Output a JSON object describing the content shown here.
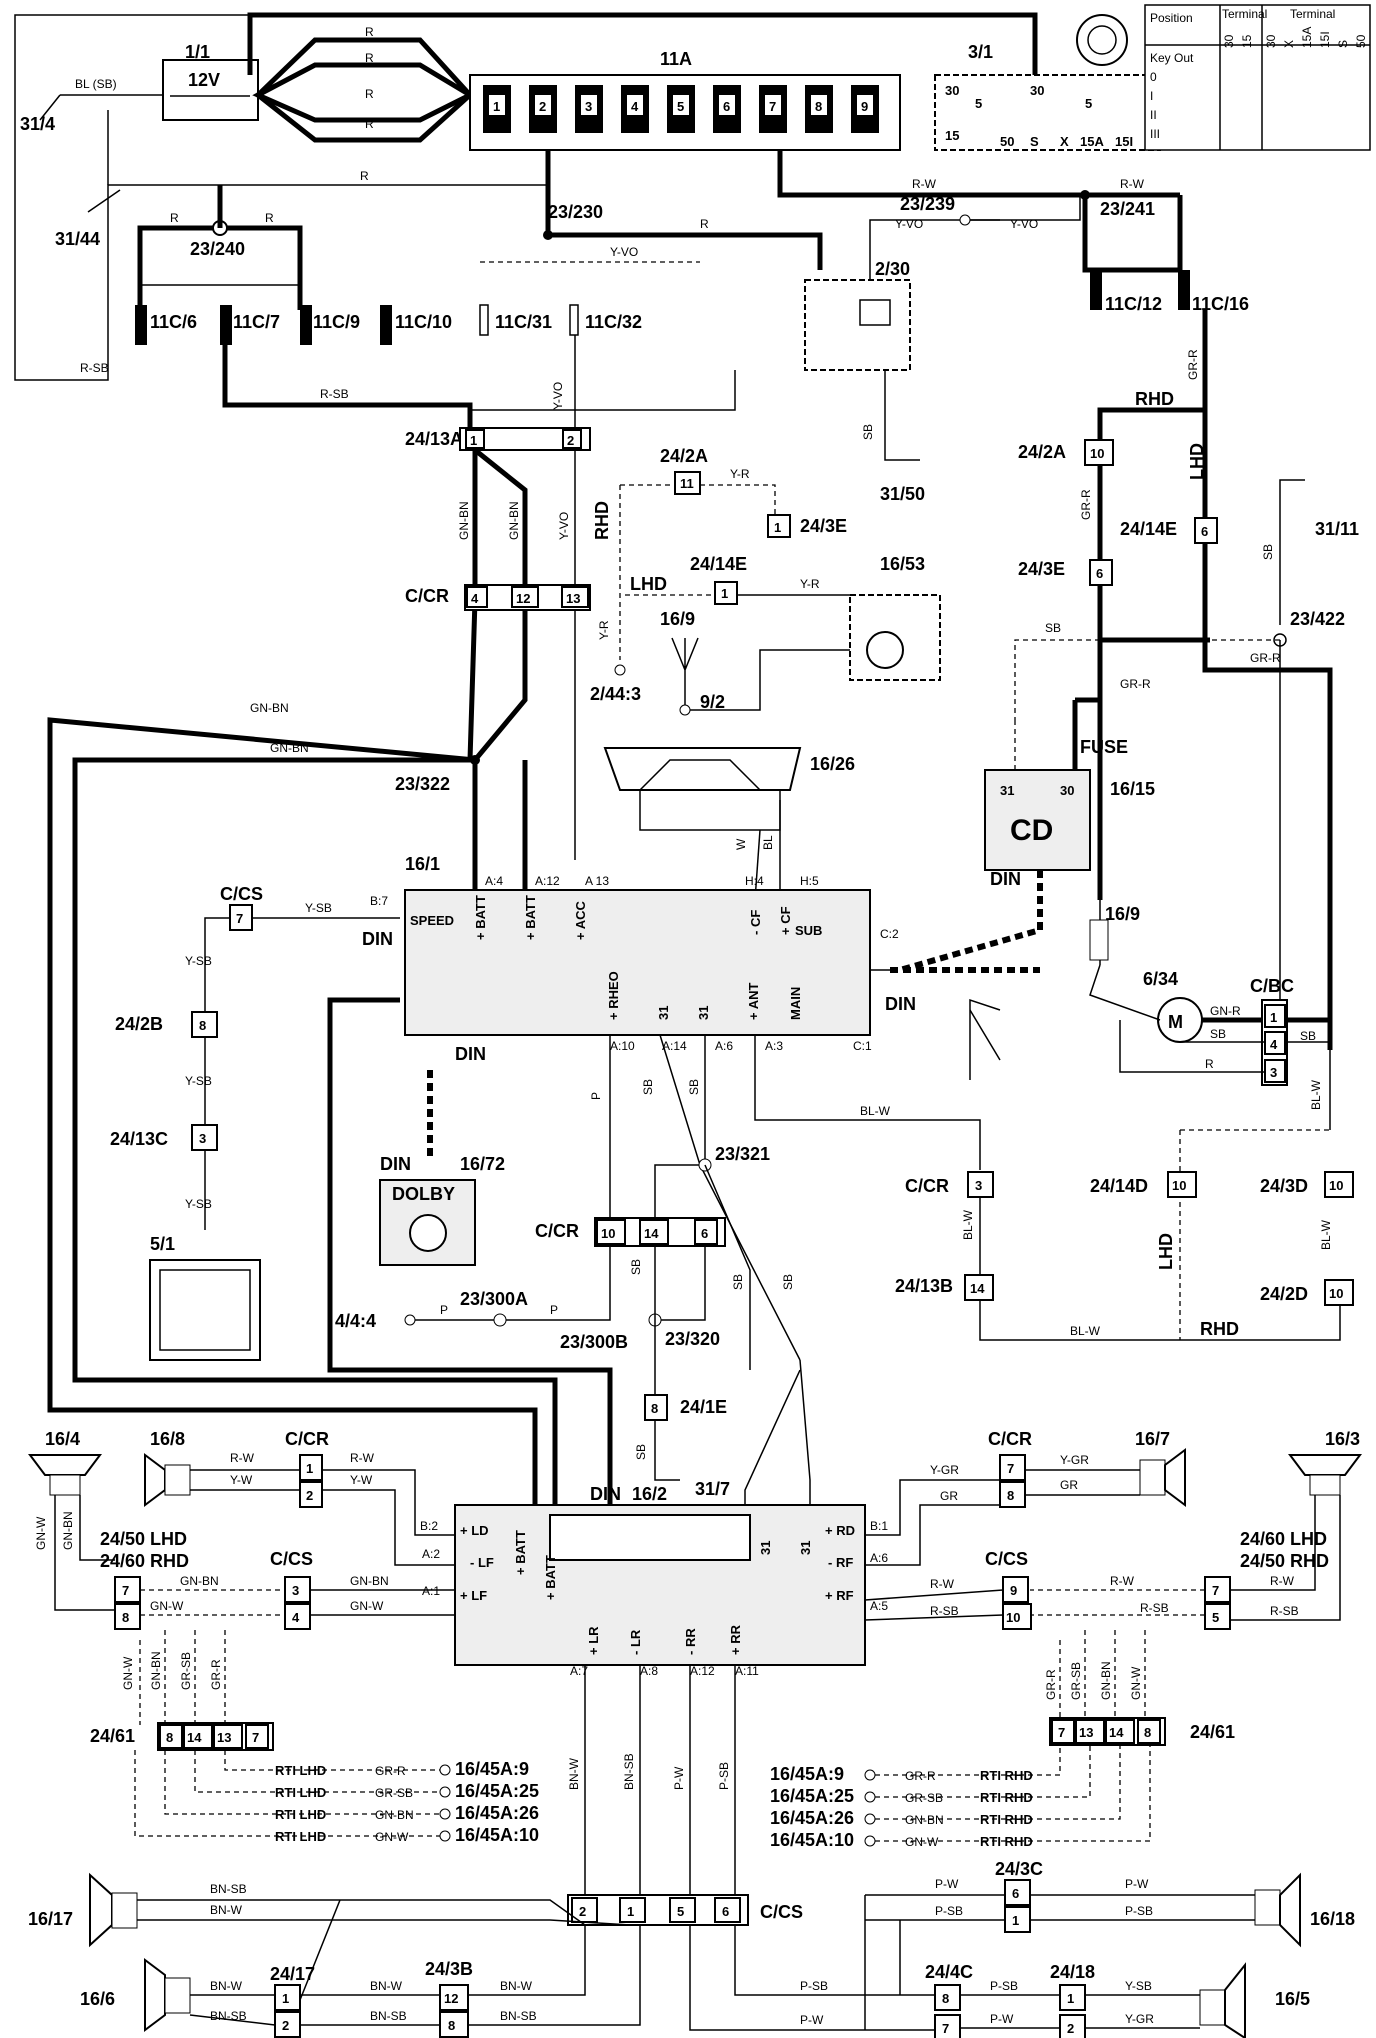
{
  "title_components": {
    "battery": "1/1",
    "battery_volt": "12V",
    "fusebox": "11A",
    "ignition": "3/1",
    "relay": "2/30",
    "radio": "16/1",
    "amplifier": "16/2",
    "cd": "CD",
    "cd_id": "16/15",
    "dolby": "DOLBY",
    "dolby_id": "16/72",
    "antenna_motor": "6/34",
    "speed_sensor": "5/1",
    "rheo_ground": "4/4:4"
  },
  "fuses": [
    "1",
    "2",
    "3",
    "4",
    "5",
    "6",
    "7",
    "8",
    "9"
  ],
  "ignition_table": {
    "header_position": "Position",
    "header_terminal": "Terminal",
    "rows": [
      "Key Out",
      "0",
      "I",
      "II",
      "III"
    ],
    "cols": [
      "30",
      "15",
      "30",
      "X",
      "15A",
      "15I",
      "S",
      "50"
    ]
  },
  "ignition_terms": {
    "t30": "30",
    "t15": "15",
    "t30b": "30",
    "t50": "50",
    "tS": "S",
    "tX": "X",
    "t15A": "15A",
    "t15I": "15I",
    "t5": "5",
    "t5b": "5"
  },
  "labels": {
    "l31_4": "31/4",
    "l31_44": "31/44",
    "l23_240": "23/240",
    "l23_230": "23/230",
    "l23_239": "23/239",
    "l23_241": "23/241",
    "l11c6": "11C/6",
    "l11c7": "11C/7",
    "l11c9": "11C/9",
    "l11c10": "11C/10",
    "l11c31": "11C/31",
    "l11c32": "11C/32",
    "l11c12": "11C/12",
    "l11c16": "11C/16",
    "l24_13a": "24/13A",
    "l31_50": "31/50",
    "l24_2a": "24/2A",
    "l24_3e": "24/3E",
    "l24_14e": "24/14E",
    "l16_53": "16/53",
    "l16_9": "16/9",
    "l9_2": "9/2",
    "l2_44_3": "2/44:3",
    "lccr": "C/CR",
    "l23_322": "23/322",
    "l16_26": "16/26",
    "l24_2a_r": "24/2A",
    "l24_14e_r": "24/14E",
    "l24_3e_r": "24/3E",
    "l31_11": "31/11",
    "l23_422": "23/422",
    "lfuse": "FUSE",
    "l16_9b": "16/9",
    "lcbc": "C/BC",
    "lccs": "C/CS",
    "l24_2b": "24/2B",
    "l24_13c": "24/13C",
    "l23_321": "23/321",
    "lccr2": "C/CR",
    "l23_300a": "23/300A",
    "l23_300b": "23/300B",
    "l23_320": "23/320",
    "l24_1e": "24/1E",
    "l31_7": "31/7",
    "lccr3": "C/CR",
    "l24_13b": "24/13B",
    "l24_14d": "24/14D",
    "l24_3d": "24/3D",
    "l24_2d": "24/2D",
    "l16_4": "16/4",
    "l16_8": "16/8",
    "lccr4": "C/CR",
    "l16_7": "16/7",
    "lccr5": "C/CR",
    "l16_3": "16/3",
    "l24_50lhd": "24/50 LHD",
    "l24_60rhd": "24/60 RHD",
    "lccs2": "C/CS",
    "lccs3": "C/CS",
    "l24_60lhd": "24/60 LHD",
    "l24_50rhd": "24/50 RHD",
    "l24_61": "24/61",
    "l24_61b": "24/61",
    "l16_17": "16/17",
    "l16_6": "16/6",
    "l24_17": "24/17",
    "l24_3b": "24/3B",
    "lccs4": "C/CS",
    "l24_3c": "24/3C",
    "l16_18": "16/18",
    "l24_4c": "24/4C",
    "l24_18": "24/18",
    "l16_5": "16/5",
    "rhd": "RHD",
    "lhd": "LHD",
    "rhd2": "RHD",
    "lhd2": "LHD",
    "lhd3": "LHD",
    "rhd3": "RHD"
  },
  "pins": {
    "speed": "SPEED",
    "batt1": "+ BATT",
    "batt2": "+ BATT",
    "acc": "+ ACC",
    "cf_minus": "- CF",
    "cf_plus": "+ CF",
    "sub": "SUB",
    "rheo": "+ RHEO",
    "g31a": "31",
    "g31b": "31",
    "ant": "+ ANT",
    "main": "MAIN",
    "din": "DIN",
    "ld": "+ LD",
    "lf_m": "- LF",
    "lf_p": "+ LF",
    "lr_p": "+ LR",
    "lr_m": "- LR",
    "rr_m": "- RR",
    "rr_p": "+ RR",
    "rd": "+ RD",
    "rf_m": "- RF",
    "rf_p": "+ RF",
    "ab_batt1": "+ BATT",
    "ab_batt2": "+ BATT",
    "ab31a": "31",
    "ab31b": "31"
  },
  "rti": [
    {
      "side": "RTI LHD",
      "wire": "GR-R",
      "dest": "16/45A:9"
    },
    {
      "side": "RTI LHD",
      "wire": "GR-SB",
      "dest": "16/45A:25"
    },
    {
      "side": "RTI LHD",
      "wire": "GN-BN",
      "dest": "16/45A:26"
    },
    {
      "side": "RTI LHD",
      "wire": "GN-W",
      "dest": "16/45A:10"
    }
  ],
  "rti_r": [
    {
      "dest": "16/45A:9",
      "wire": "GR-R",
      "side": "RTI RHD"
    },
    {
      "dest": "16/45A:25",
      "wire": "GR-SB",
      "side": "RTI RHD"
    },
    {
      "dest": "16/45A:26",
      "wire": "GN-BN",
      "side": "RTI RHD"
    },
    {
      "dest": "16/45A:10",
      "wire": "GN-W",
      "side": "RTI RHD"
    }
  ],
  "wires": {
    "R": "R",
    "BL_SB": "BL (SB)",
    "R_SB": "R-SB",
    "Y_VO": "Y-VO",
    "R_W": "R-W",
    "GR_R": "GR-R",
    "SB": "SB",
    "Y_R": "Y-R",
    "GN_BN": "GN-BN",
    "Y_SB": "Y-SB",
    "P": "P",
    "BL_W": "BL-W",
    "GN_R": "GN-R",
    "W": "W",
    "BL": "BL",
    "Y_W": "Y-W",
    "GN_W": "GN-W",
    "GR_SB": "GR-SB",
    "Y_GR": "Y-GR",
    "GR": "GR",
    "R_SB2": "R-SB",
    "BN_W": "BN-W",
    "BN_SB": "BN-SB",
    "P_W": "P-W",
    "P_SB": "P-SB",
    "H4": "H:4",
    "H5": "H:5",
    "C2": "C:2",
    "C1": "C:1",
    "B7": "B:7",
    "A4": "A:4",
    "A12": "A:12",
    "A13": "A 13",
    "A10": "A:10",
    "A14": "A:14",
    "A6": "A:6",
    "A3": "A:3"
  }
}
